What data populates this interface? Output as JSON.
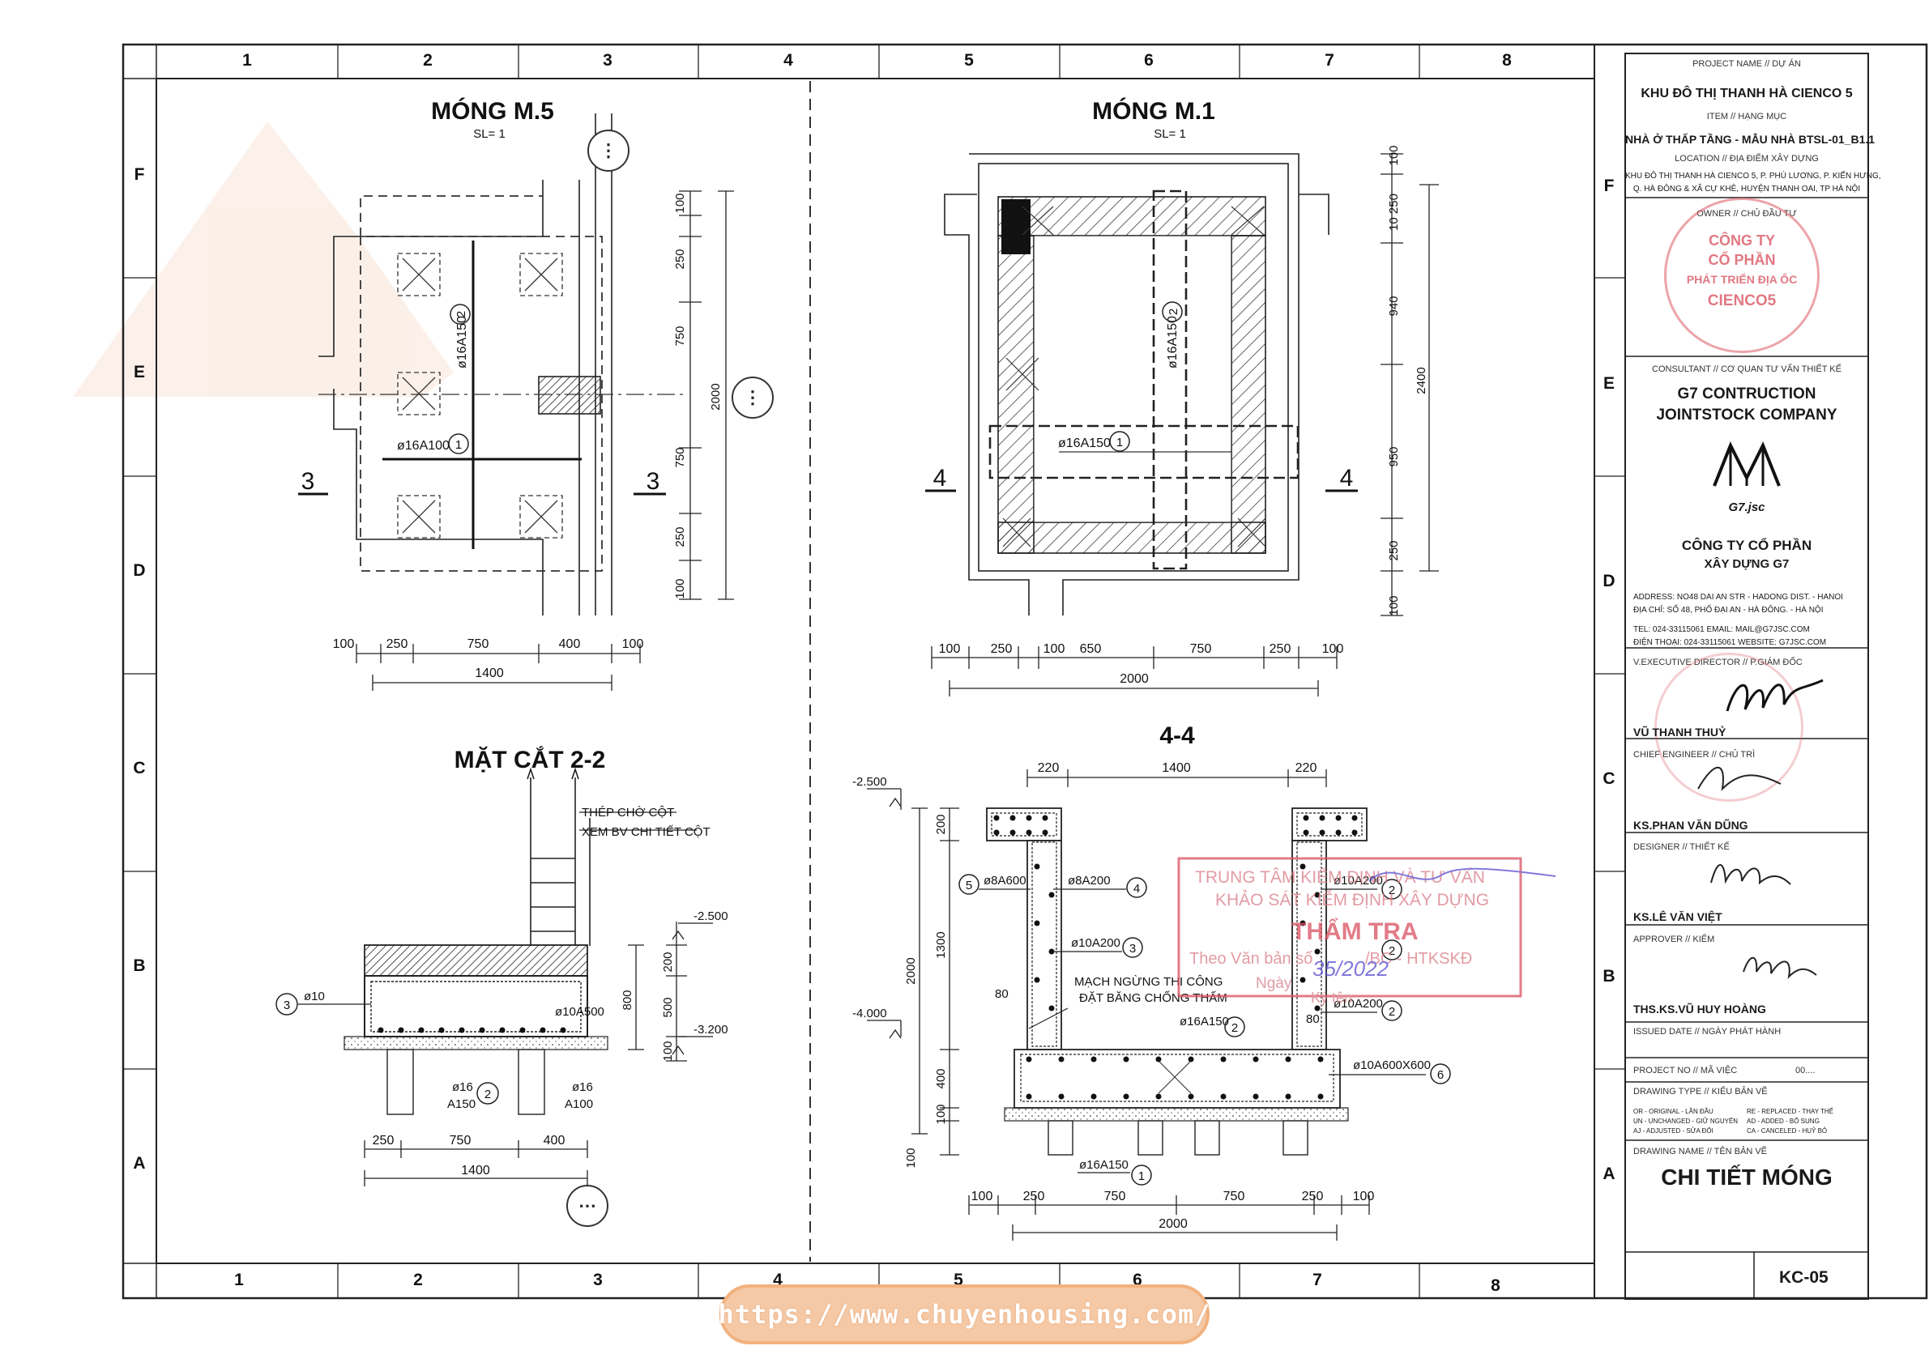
{
  "grid": {
    "columns": [
      "1",
      "2",
      "3",
      "4",
      "5",
      "6",
      "7",
      "8"
    ],
    "rows": [
      "F",
      "E",
      "D",
      "C",
      "B",
      "A"
    ]
  },
  "m5": {
    "title": "MÓNG M.5",
    "qty": "SL= 1",
    "rebar1": "ø16A100",
    "rebar1_tag": "1",
    "rebar2": "ø16A150",
    "rebar2_tag": "2",
    "sec_left": "3",
    "sec_right": "3",
    "dims_right": [
      "100",
      "250",
      "750",
      "2000",
      "750",
      "250",
      "100"
    ],
    "dims_bottom": [
      "100",
      "250",
      "750",
      "400",
      "100"
    ],
    "dim_total": "1400"
  },
  "m1": {
    "title": "MÓNG M.1",
    "qty": "SL= 1",
    "rebar1": "ø16A150",
    "rebar1_tag": "1",
    "rebar2": "ø16A150",
    "rebar2_tag": "2",
    "sec_left": "4",
    "sec_right": "4",
    "dims_right": [
      "100",
      "10 250",
      "940",
      "2400",
      "950",
      "250",
      "100"
    ],
    "dims_bottom": [
      "100",
      "250",
      "100",
      "650",
      "750",
      "250",
      "100"
    ],
    "dim_total": "2000"
  },
  "s22": {
    "title": "MẶT CẮT 2-2",
    "note1": "THÉP CHỜ CỘT",
    "note2": "XEM BV CHI TIẾT CỘT",
    "lvl1": "-2.500",
    "lvl2": "-3.200",
    "d200": "200",
    "d500": "500",
    "d800": "800",
    "d100": "100",
    "bar_left": "ø10",
    "bar_left_tag": "3",
    "bar_mid": "ø10A500",
    "bar_bot": "ø16",
    "bar_bot2": "A150",
    "bar_bot_tag": "2",
    "bar_right": "ø16",
    "bar_right2": "A100",
    "dims_bottom": [
      "250",
      "750",
      "400"
    ],
    "dim_total": "1400"
  },
  "s44": {
    "title": "4-4",
    "dim_top": [
      "220",
      "1400",
      "220"
    ],
    "lvl1": "-2.500",
    "lvl2": "-4.000",
    "dims_left": [
      "200",
      "1300",
      "2000",
      "80",
      "400",
      "100",
      "100"
    ],
    "bar5": "ø8A600",
    "bar5_tag": "5",
    "bar4": "ø8A200",
    "bar4_tag": "4",
    "bar3": "ø10A200",
    "bar3_tag": "3",
    "bar2a": "ø10A200",
    "bar2b": "ø10A200",
    "bar2c": "ø10A200",
    "bar2_tag": "2",
    "bar80": "80",
    "joint1": "MẠCH NGỪNG THI CÔNG",
    "joint2": "ĐẶT BĂNG CHỐNG THẤM",
    "bar_mid": "ø16A150",
    "bar_mid_tag": "2",
    "bar6": "ø10A600X600",
    "bar6_tag": "6",
    "bar_bot": "ø16A150",
    "bar_bot_tag": "1",
    "dims_bottom": [
      "100",
      "250",
      "750",
      "750",
      "250",
      "100"
    ],
    "dim_total": "2000"
  },
  "titleblock": {
    "project_label": "PROJECT NAME // DỰ ÁN",
    "project": "KHU ĐÔ THỊ THANH HÀ CIENCO 5",
    "item_label": "ITEM // HẠNG MỤC",
    "item": "NHÀ Ở THẤP TẦNG - MẪU NHÀ BTSL-01_B1.1",
    "location_label": "LOCATION // ĐỊA ĐIỂM XÂY DỰNG",
    "location1": "KHU ĐÔ THỊ THANH HÀ CIENCO 5, P. PHÚ LƯƠNG, P. KIẾN HƯNG,",
    "location2": "Q. HÀ ĐÔNG & XÃ CỰ KHÊ, HUYỆN THANH OAI, TP HÀ NỘI",
    "owner_label": "OWNER // CHỦ ĐẦU TƯ",
    "owner_stamp1": "CÔNG TY",
    "owner_stamp2": "CỔ PHẦN",
    "owner_stamp3": "PHÁT TRIỂN ĐỊA ỐC",
    "owner_stamp4": "CIENCO5",
    "consultant_label": "CONSULTANT // CƠ QUAN TƯ VẤN THIẾT KẾ",
    "consultant1": "G7 CONTRUCTION",
    "consultant2": "JOINTSTOCK COMPANY",
    "logo_text": "G7.jsc",
    "company1": "CÔNG TY CỔ PHẦN",
    "company2": "XÂY DỰNG G7",
    "addr1": "ADDRESS:   NO48 DAI AN STR - HADONG DIST. - HANOI",
    "addr2": "ĐỊA CHỈ:     SỐ 48, PHỐ ĐẠI AN - HÀ ĐÔNG. - HÀ NỘI",
    "tel1": "TEL:           024-33115061   EMAIL: MAIL@G7JSC.COM",
    "tel2": "ĐIỆN THOẠI: 024-33115061   WEBSITE:   G7JSC.COM",
    "director_label": "V.EXECUTIVE DIRECTOR // P.GIÁM ĐỐC",
    "director": "VŨ THANH THUỶ",
    "chief_label": "CHIEF ENGINEER // CHỦ TRÌ",
    "chief": "KS.PHAN VĂN DŨNG",
    "designer_label": "DESIGNER // THIẾT KẾ",
    "designer": "KS.LÊ VĂN VIỆT",
    "approver_label": "APPROVER // KIỂM",
    "approver": "THS.KS.VŨ HUY HOÀNG",
    "issued_label": "ISSUED DATE // NGÀY PHÁT HÀNH",
    "projno_label": "PROJECT NO // MÃ VIỆC",
    "projno": "00....",
    "type_label": "DRAWING TYPE // KIỂU BẢN VẼ",
    "type1": "OR - ORIGINAL - LẦN ĐẦU",
    "type2": "UN - UNCHANGED - GIỮ NGUYÊN",
    "type3": "AJ - ADJUSTED - SỬA ĐỔI",
    "type4": "RE - REPLACED - THAY THẾ",
    "type5": "AD - ADDED - BỔ SUNG",
    "type6": "CA - CANCELED - HUỶ BỎ",
    "name_label": "DRAWING NAME // TÊN BẢN VẼ",
    "name": "CHI TIẾT MÓNG",
    "sheet": "KC-05"
  },
  "review_stamp": {
    "line1": "TRUNG TÂM KIỂM ĐỊNH VÀ TƯ VẤN",
    "line2": "KHẢO SÁT KIỂM ĐỊNH XÂY DỰNG",
    "line3": "THẨM TRA",
    "line4": "Theo Văn bản số",
    "line5": "Ngày",
    "line6": "Ký tên",
    "num": "35/2022",
    "code": "/BC - HTKSKĐ"
  },
  "url": "https://www.chuyenhousing.com/",
  "colors": {
    "line": "#1a1a1a",
    "stamp": "#d9505f",
    "pill": "#f5c9a6"
  }
}
